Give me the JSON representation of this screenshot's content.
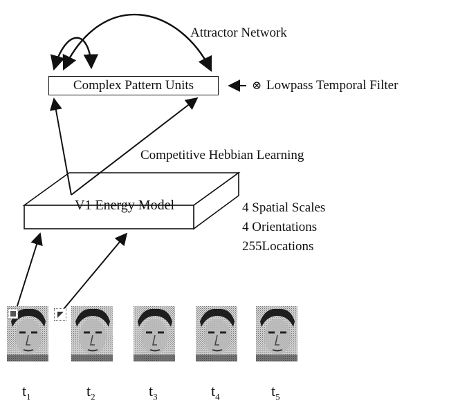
{
  "labels": {
    "attractor": "Attractor Network",
    "complex_units": "Complex Pattern Units",
    "filter_symbol": "⊗",
    "filter": "Lowpass Temporal Filter",
    "hebbian": "Competitive Hebbian Learning",
    "v1_model": "V1 Energy  Model",
    "scales": "4 Spatial Scales",
    "orientations": "4 Orientations",
    "locations": "255Locations"
  },
  "frames": [
    {
      "t": "t",
      "sub": "1"
    },
    {
      "t": "t",
      "sub": "2"
    },
    {
      "t": "t",
      "sub": "3"
    },
    {
      "t": "t",
      "sub": "4"
    },
    {
      "t": "t",
      "sub": "5"
    }
  ]
}
